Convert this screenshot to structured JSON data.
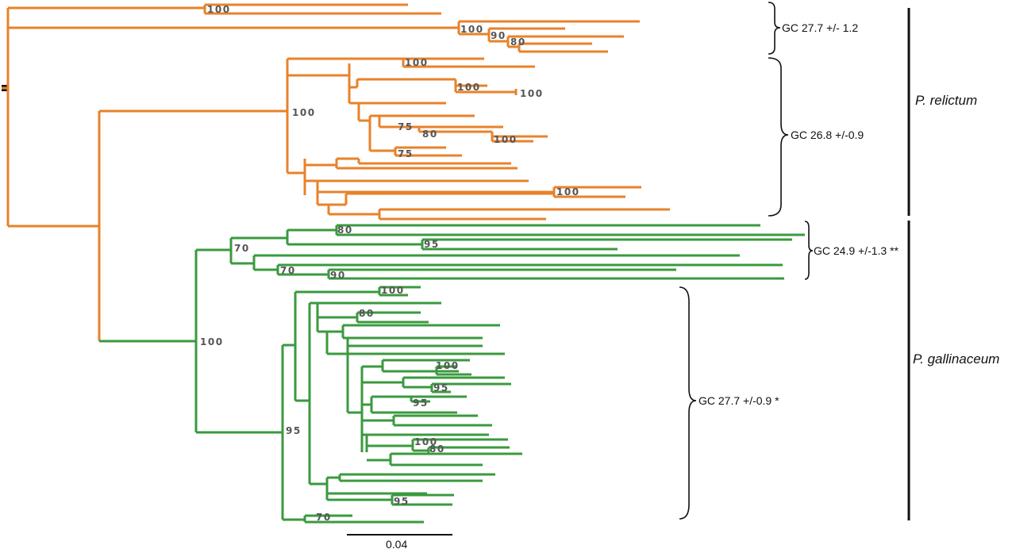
{
  "colors": {
    "relictum": "#e8822a",
    "gallinaceum": "#3a9a3e",
    "ink": "#111111",
    "support_label": "#555555"
  },
  "support_values": {
    "rel_a": "100",
    "rel_b": "100",
    "rel_c": "90",
    "rel_d": "80",
    "rel_e": "100",
    "rel_f": "100",
    "rel_g": "100",
    "rel_h": "100",
    "rel_i": "75",
    "rel_j": "80",
    "rel_k": "100",
    "rel_l": "75",
    "rel_m": "100",
    "gal_a": "70",
    "gal_b": "80",
    "gal_c": "95",
    "gal_d": "70",
    "gal_e": "90",
    "gal_f": "100",
    "gal_g": "100",
    "gal_h": "80",
    "gal_i": "95",
    "gal_j": "100",
    "gal_k": "95",
    "gal_l": "95",
    "gal_m": "100",
    "gal_n": "80",
    "gal_o": "95",
    "gal_p": "70"
  },
  "gc_annotations": {
    "group1": "GC 27.7 +/- 1.2",
    "group2": "GC 26.8 +/-0.9",
    "group3": "GC 24.9 +/-1.3 **",
    "group4": "GC 27.7 +/-0.9 *"
  },
  "species": {
    "relictum": "P. relictum",
    "gallinaceum": "P. gallinaceum"
  },
  "scale_bar": {
    "label": "0.04"
  }
}
